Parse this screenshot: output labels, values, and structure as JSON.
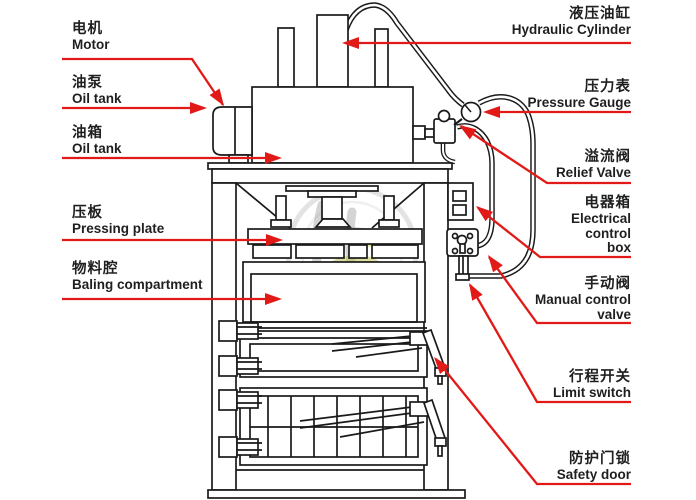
{
  "colors": {
    "leader_red": "#e11a18",
    "line_black": "#1a1a1a",
    "background": "#ffffff",
    "watermark_gray": "#8f8f8f",
    "watermark_yellow": "#cdd245",
    "watermark_green": "#9aa838"
  },
  "labels": {
    "left": [
      {
        "id": "motor",
        "lines": [
          "电机",
          "Motor"
        ]
      },
      {
        "id": "oil-pump",
        "lines": [
          "油泵",
          "Oil tank"
        ]
      },
      {
        "id": "oil-tank",
        "lines": [
          "油箱",
          "Oil tank"
        ]
      },
      {
        "id": "pressing-plate",
        "lines": [
          "压板",
          "Pressing plate"
        ]
      },
      {
        "id": "baling-compartment",
        "lines": [
          "物料腔",
          "Baling compartment"
        ]
      }
    ],
    "right": [
      {
        "id": "hydraulic-cylinder",
        "lines": [
          "液压油缸",
          "Hydraulic Cylinder"
        ]
      },
      {
        "id": "pressure-gauge",
        "lines": [
          "压力表",
          "Pressure Gauge"
        ]
      },
      {
        "id": "relief-valve",
        "lines": [
          "溢流阀",
          "Relief Valve"
        ]
      },
      {
        "id": "electrical-control-box",
        "lines": [
          "电器箱",
          "Electrical",
          "control",
          "box"
        ]
      },
      {
        "id": "manual-control-valve",
        "lines": [
          "手动阀",
          "Manual control",
          "valve"
        ]
      },
      {
        "id": "limit-switch",
        "lines": [
          "行程开关",
          "Limit switch"
        ]
      },
      {
        "id": "safety-door",
        "lines": [
          "防护门锁",
          "Safety door"
        ]
      }
    ]
  }
}
